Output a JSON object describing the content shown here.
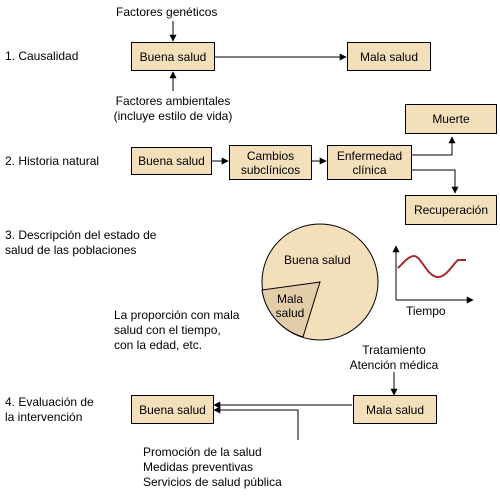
{
  "section1": {
    "title": "1. Causalidad",
    "top_label": "Factores genéticos",
    "bottom_label_line1": "Factores ambientales",
    "bottom_label_line2": "(incluye estilo de vida)",
    "from_box": "Buena salud",
    "to_box": "Mala salud"
  },
  "section2": {
    "title": "2. Historia natural",
    "box1": "Buena salud",
    "box2_line1": "Cambios",
    "box2_line2": "subclínicos",
    "box3_line1": "Enfermedad",
    "box3_line2": "clínica",
    "outcome_top": "Muerte",
    "outcome_bottom": "Recuperación"
  },
  "section3": {
    "title_line1": "3. Descripción del estado de",
    "title_line2": "salud de las poblaciones",
    "pie_large_label": "Buena salud",
    "pie_small_label_line1": "Mala",
    "pie_small_label_line2": "salud",
    "desc_line1": "La proporción con mala",
    "desc_line2": "salud con el tiempo,",
    "desc_line3": "con la edad, etc.",
    "graph_xlabel": "Tiempo",
    "colors": {
      "pie_fill": "#f3dfb9",
      "wedge_fill": "#e3cda8",
      "curve": "#a52a2a"
    }
  },
  "section4": {
    "title_line1": "4. Evaluación de",
    "title_line2": "la intervención",
    "left_box": "Buena salud",
    "right_box": "Mala salud",
    "top_label_line1": "Tratamiento",
    "top_label_line2": "Atención médica",
    "bottom_line1": "Promoción de la salud",
    "bottom_line2": "Medidas preventivas",
    "bottom_line3": "Servicios de salud pública"
  }
}
